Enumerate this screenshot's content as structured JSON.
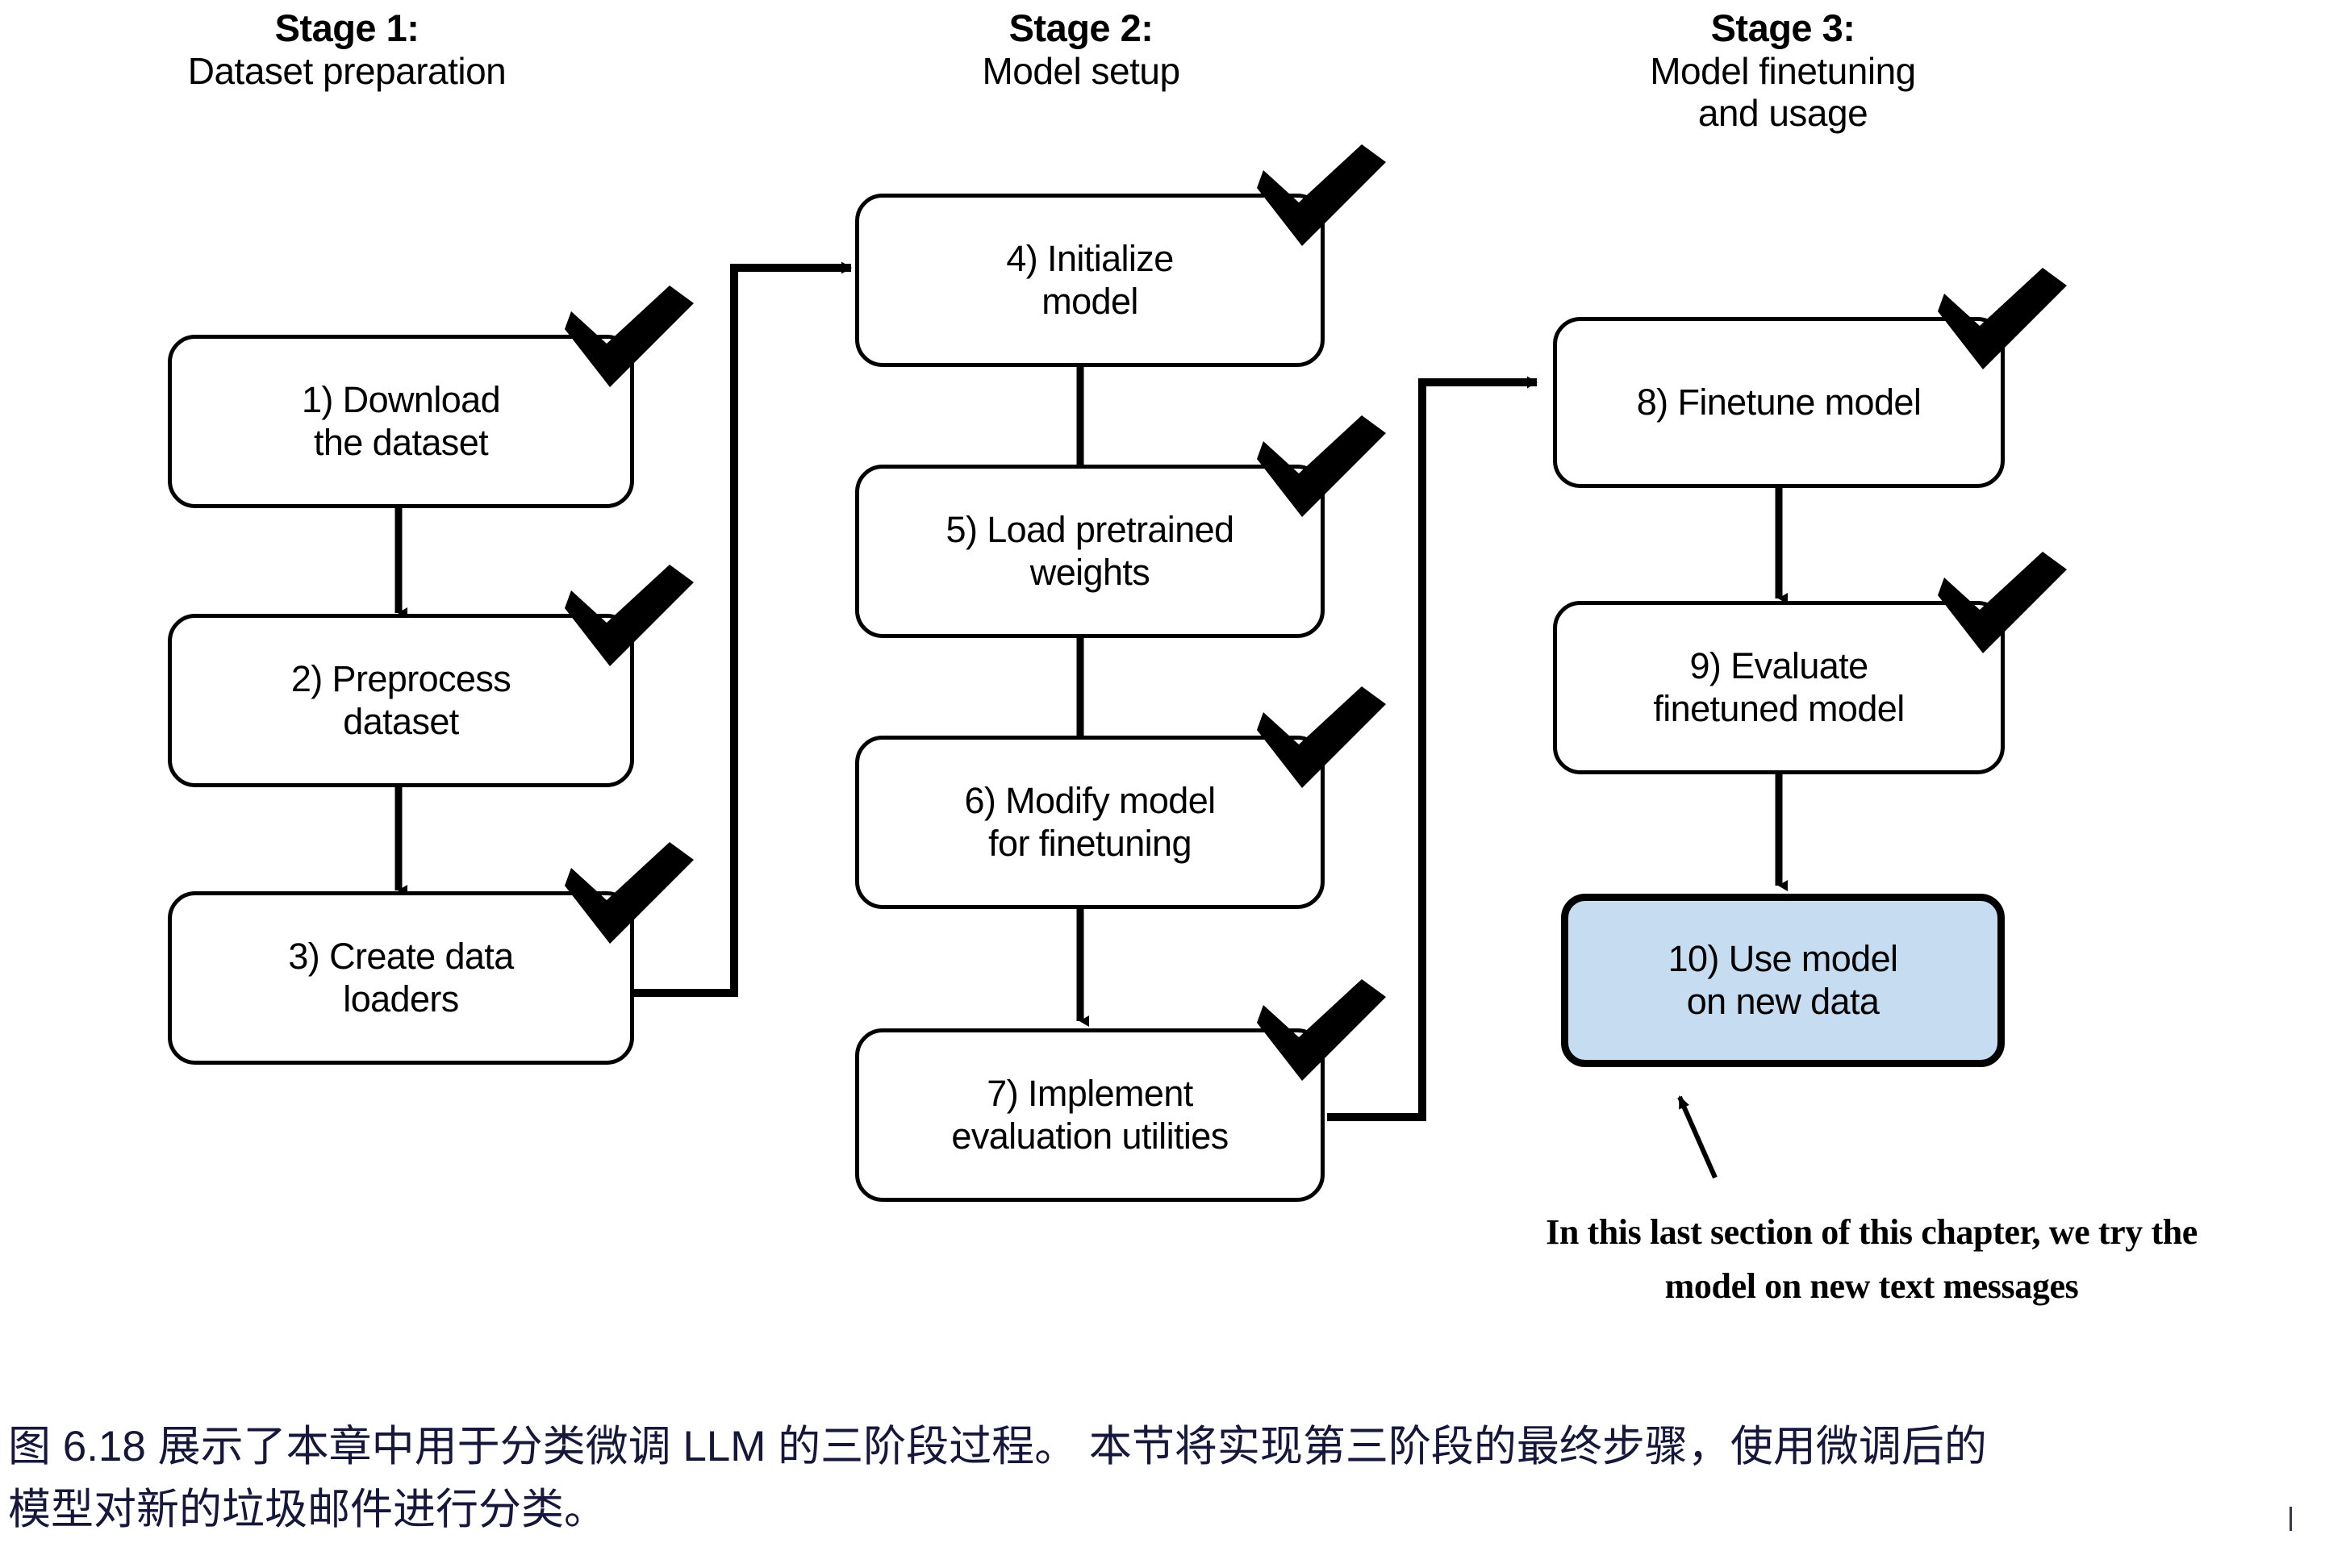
{
  "figure": {
    "stages": [
      {
        "heading": "Stage 1:",
        "subheading": "Dataset preparation"
      },
      {
        "heading": "Stage 2:",
        "subheading": "Model setup"
      },
      {
        "heading": "Stage 3:",
        "subheading": "Model finetuning and usage"
      }
    ],
    "stage3_sub_line1": "Model finetuning",
    "stage3_sub_line2": "and usage",
    "nodes": [
      {
        "id": "1",
        "line1": "1) Download",
        "line2": "the dataset",
        "checked": true,
        "highlight": false
      },
      {
        "id": "2",
        "line1": "2) Preprocess",
        "line2": "dataset",
        "checked": true,
        "highlight": false
      },
      {
        "id": "3",
        "line1": "3) Create data",
        "line2": "loaders",
        "checked": true,
        "highlight": false
      },
      {
        "id": "4",
        "line1": "4) Initialize",
        "line2": "model",
        "checked": true,
        "highlight": false
      },
      {
        "id": "5",
        "line1": "5) Load pretrained",
        "line2": "weights",
        "checked": true,
        "highlight": false
      },
      {
        "id": "6",
        "line1": "6) Modify model",
        "line2": "for finetuning",
        "checked": true,
        "highlight": false
      },
      {
        "id": "7",
        "line1": "7) Implement",
        "line2": "evaluation utilities",
        "checked": true,
        "highlight": false
      },
      {
        "id": "8",
        "line1": "8) Finetune model",
        "line2": "",
        "checked": true,
        "highlight": false
      },
      {
        "id": "9",
        "line1": "9) Evaluate",
        "line2": "finetuned model",
        "checked": true,
        "highlight": false
      },
      {
        "id": "10",
        "line1": "10) Use model",
        "line2": "on new data",
        "checked": false,
        "highlight": true
      }
    ],
    "annotation": {
      "line1": "In this last section of this chapter, we try the",
      "line2": "model on new text messages"
    },
    "colors": {
      "highlight_fill": "#c6dcf1",
      "stroke": "#000000",
      "caption_text": "#16173a",
      "background": "#ffffff"
    }
  },
  "caption": {
    "line1": "图 6.18 展示了本章中用于分类微调 LLM 的三阶段过程。 本节将实现第三阶段的最终步骤，使用微调后的",
    "line2": "模型对新的垃圾邮件进行分类。"
  }
}
